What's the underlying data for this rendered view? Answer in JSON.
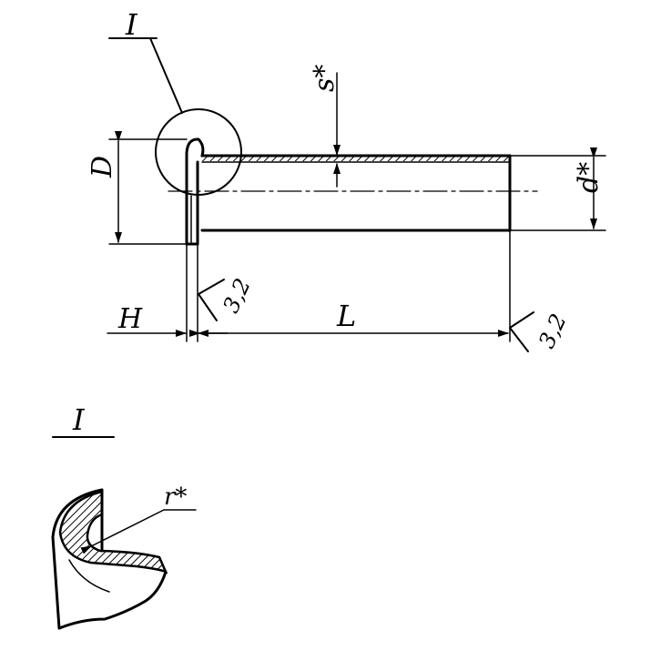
{
  "labels": {
    "detail_ref_top": "I",
    "detail_ref_bottom": "I",
    "wall_thickness": "s*",
    "flange_diameter": "D",
    "bore_diameter": "d*",
    "flange_height": "H",
    "length": "L",
    "roughness_flange": "3,2",
    "roughness_end": "3,2",
    "fillet_radius": "r*"
  },
  "colors": {
    "ink": "#000000",
    "paper": "#ffffff"
  }
}
